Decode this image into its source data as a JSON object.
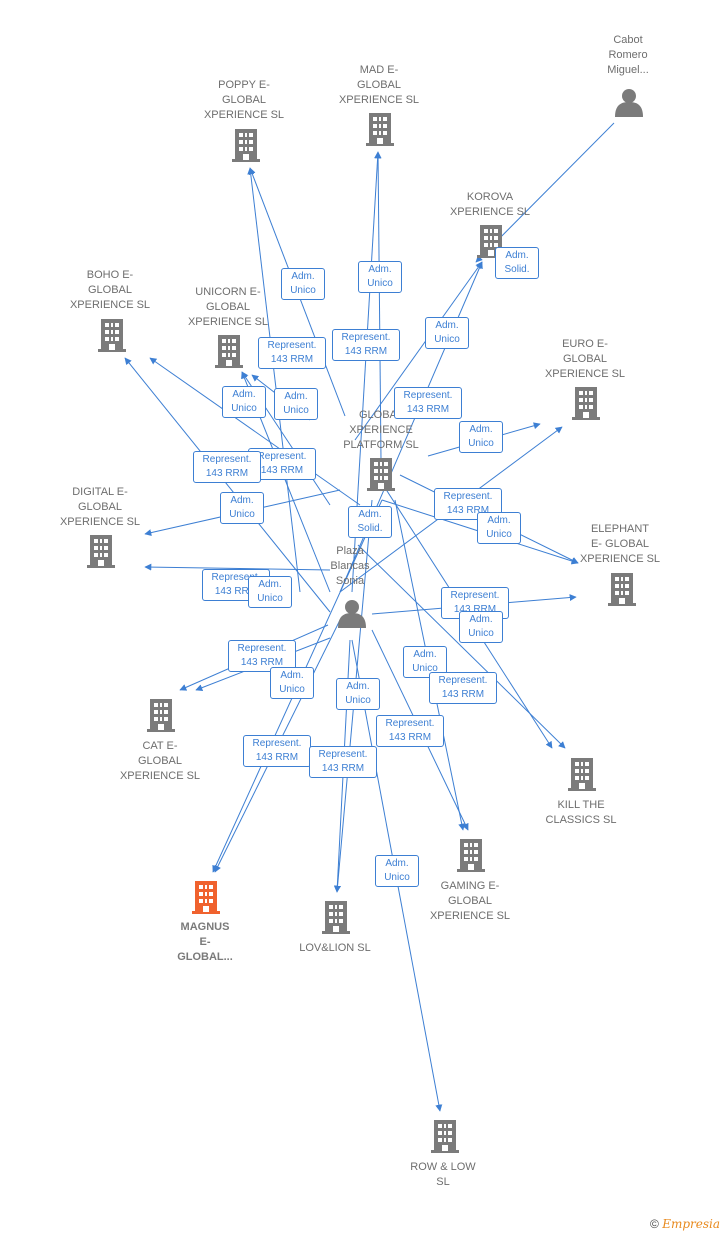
{
  "nodes": {
    "cabot": {
      "label": "Cabot\nRomero\nMiguel..."
    },
    "poppy": {
      "label": "POPPY E-\nGLOBAL\nXPERIENCE  SL"
    },
    "mad": {
      "label": "MAD E-\nGLOBAL\nXPERIENCE  SL"
    },
    "korova": {
      "label": "KOROVA\nXPERIENCE  SL"
    },
    "boho": {
      "label": "BOHO E-\nGLOBAL\nXPERIENCE  SL"
    },
    "unicorn": {
      "label": "UNICORN E-\nGLOBAL\nXPERIENCE  SL"
    },
    "euro": {
      "label": "EURO E-\nGLOBAL\nXPERIENCE  SL"
    },
    "platform": {
      "label": "GLOBAL\nXPERIENCE\nPLATFORM  SL"
    },
    "digital": {
      "label": "DIGITAL E-\nGLOBAL\nXPERIENCE  SL"
    },
    "elephant": {
      "label": "ELEPHANT\nE- GLOBAL\nXPERIENCE  SL"
    },
    "plaza": {
      "label": "Plaza\nBlancas\nSonia"
    },
    "cat": {
      "label": "CAT E-\nGLOBAL\nXPERIENCE  SL"
    },
    "kill": {
      "label": "KILL THE\nCLASSICS  SL"
    },
    "magnus": {
      "label": "MAGNUS\nE-\nGLOBAL..."
    },
    "lovlion": {
      "label": "LOV&LION SL"
    },
    "gaming": {
      "label": "GAMING E-\nGLOBAL\nXPERIENCE  SL"
    },
    "rowlow": {
      "label": "ROW & LOW\nSL"
    }
  },
  "edge_labels": {
    "e1": "Adm.\nUnico",
    "e2": "Adm.\nUnico",
    "e3": "Represent.\n143 RRM",
    "e4": "Represent.\n143 RRM",
    "e5": "Adm.\nSolid.",
    "e6": "Adm.\nUnico",
    "e7": "Represent.\n143 RRM",
    "e8": "Adm.\nUnico",
    "e9": "Adm.\nUnico",
    "e10": "Adm.\nUnico",
    "e11": "Represent.\n143 RRM",
    "e12": "Represent.\n143 RRM",
    "e13": "Adm.\nUnico",
    "e14": "Represent.\n143 RRM",
    "e15": "Adm.\nUnico",
    "e16": "Adm.\nSolid.",
    "e17": "Represent.\n143 RRM",
    "e18": "Adm.\nUnico",
    "e19": "Represent.\n143 RRM",
    "e20": "Adm.\nUnico",
    "e21": "Represent.\n143 RRM",
    "e22": "Adm.\nUnico",
    "e23": "Adm.\nUnico",
    "e24": "Represent.\n143 RRM",
    "e25": "Adm.\nUnico",
    "e26": "Represent.\n143 RRM",
    "e27": "Represent.\n143 RRM",
    "e28": "Represent.\n143 RRM",
    "e29": "Adm.\nUnico",
    "e30": "Adm.\nUnico"
  },
  "colors": {
    "edge": "#3d7fd3",
    "building": "#7b7b7b",
    "focus_building": "#f0622e",
    "person": "#7b7b7b"
  },
  "footer": {
    "copyright": "©",
    "brand": "Empresia"
  }
}
